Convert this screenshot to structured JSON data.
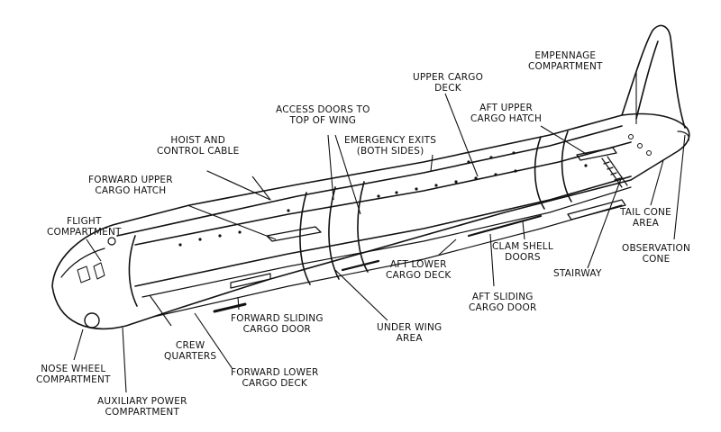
{
  "diagram": {
    "labels": {
      "flight_compartment": [
        "FLIGHT",
        "COMPARTMENT"
      ],
      "forward_upper_cargo_hatch": [
        "FORWARD UPPER",
        "CARGO HATCH"
      ],
      "hoist_and_control_cable": [
        "HOIST AND",
        "CONTROL CABLE"
      ],
      "access_doors_to_top_of_wing": [
        "ACCESS DOORS TO",
        "TOP OF WING"
      ],
      "emergency_exits": [
        "EMERGENCY EXITS",
        "(BOTH SIDES)"
      ],
      "upper_cargo_deck": [
        "UPPER CARGO",
        "DECK"
      ],
      "aft_upper_cargo_hatch": [
        "AFT UPPER",
        "CARGO HATCH"
      ],
      "empennage_compartment": [
        "EMPENNAGE",
        "COMPARTMENT"
      ],
      "tail_cone_area": [
        "TAIL CONE",
        "AREA"
      ],
      "observation_cone": [
        "OBSERVATION",
        "CONE"
      ],
      "stairway": [
        "STAIRWAY"
      ],
      "clam_shell_doors": [
        "CLAM SHELL",
        "DOORS"
      ],
      "aft_lower_cargo_deck": [
        "AFT LOWER",
        "CARGO DECK"
      ],
      "aft_sliding_cargo_door": [
        "AFT SLIDING",
        "CARGO DOOR"
      ],
      "under_wing_area": [
        "UNDER WING",
        "AREA"
      ],
      "forward_sliding_cargo_door": [
        "FORWARD SLIDING",
        "CARGO DOOR"
      ],
      "crew_quarters": [
        "CREW",
        "QUARTERS"
      ],
      "forward_lower_cargo_deck": [
        "FORWARD LOWER",
        "CARGO DECK"
      ],
      "nose_wheel_compartment": [
        "NOSE WHEEL",
        "COMPARTMENT"
      ],
      "auxiliary_power_compartment": [
        "AUXILIARY POWER",
        "COMPARTMENT"
      ]
    }
  }
}
